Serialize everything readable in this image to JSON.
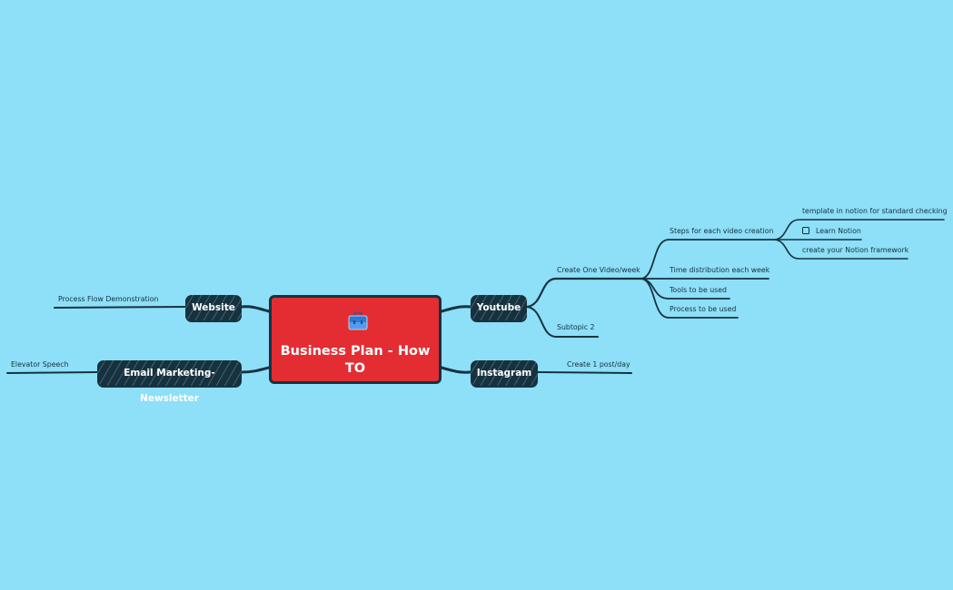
{
  "root": {
    "title": "Business Plan - How TO",
    "icon": "briefcase-icon",
    "color": "#e32d33"
  },
  "colors": {
    "background": "#8edff8",
    "branch": "#163240",
    "text": "#14303d"
  },
  "left_branches": [
    {
      "label": "Website",
      "children": [
        {
          "label": "Process Flow Demonstration"
        }
      ]
    },
    {
      "label": "Email Marketing-Newsletter",
      "children": [
        {
          "label": "Elevator Speech"
        }
      ]
    }
  ],
  "right_branches": [
    {
      "label": "Youtube",
      "children": [
        {
          "label": "Create One Video/week",
          "children": [
            {
              "label": "Steps for each video creation",
              "children": [
                {
                  "label": "template in notion for standard checking"
                },
                {
                  "label": "Learn Notion",
                  "checkbox": true,
                  "checked": false
                },
                {
                  "label": "create your Notion framework"
                }
              ]
            },
            {
              "label": "Time distribution each week"
            },
            {
              "label": "Tools to be used"
            },
            {
              "label": "Process to be used"
            }
          ]
        },
        {
          "label": "Subtopic 2"
        }
      ]
    },
    {
      "label": "Instagram",
      "children": [
        {
          "label": "Create 1 post/day"
        }
      ]
    }
  ]
}
